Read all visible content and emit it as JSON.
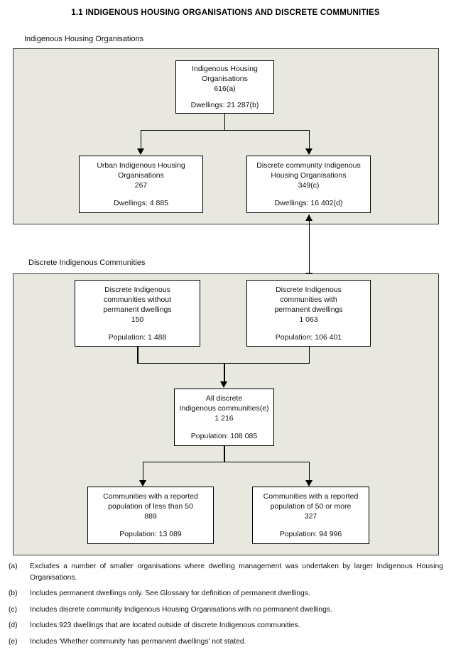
{
  "title": "1.1 INDIGENOUS HOUSING ORGANISATIONS AND DISCRETE COMMUNITIES",
  "panels": [
    {
      "label": "Indigenous Housing Organisations"
    },
    {
      "label": "Discrete Indigenous Communities"
    }
  ],
  "boxes": {
    "iho_total": {
      "l1": "Indigenous Housing",
      "l2": "Organisations",
      "l3": "616(a)",
      "l4": "Dwellings: 21 287(b)"
    },
    "urban_iho": {
      "l1": "Urban Indigenous Housing",
      "l2": "Organisations",
      "l3": "267",
      "l4": "Dwellings: 4 885"
    },
    "discrete_iho": {
      "l1": "Discrete community Indigenous",
      "l2": "Housing Organisations",
      "l3": "349(c)",
      "l4": "Dwellings: 16 402(d)"
    },
    "comm_without": {
      "l1": "Discrete Indigenous",
      "l2": "communities without",
      "l3": "permanent dwellings",
      "l4": "150",
      "l5": "Population: 1 488"
    },
    "comm_with": {
      "l1": "Discrete Indigenous",
      "l2": "communities with",
      "l3": "permanent dwellings",
      "l4": "1 063",
      "l5": "Population: 106 401"
    },
    "all_discrete": {
      "l1": "All discrete",
      "l2": "Indigenous communities(e)",
      "l3": "1 216",
      "l4": "Population: 108 085"
    },
    "pop_less_50": {
      "l1": "Communities with a reported",
      "l2": "population of less than 50",
      "l3": "889",
      "l4": "Population: 13 089"
    },
    "pop_50_more": {
      "l1": "Communities with a reported",
      "l2": "population of 50 or more",
      "l3": "327",
      "l4": "Population: 94 996"
    }
  },
  "notes": [
    {
      "mark": "(a)",
      "text": "Excludes a number of smaller organisations where dwelling management was undertaken by larger Indigenous Housing Organisations."
    },
    {
      "mark": "(b)",
      "text": "Includes permanent dwellings only. See Glossary for definition of permanent dwellings."
    },
    {
      "mark": "(c)",
      "text": "Includes discrete community Indigenous Housing Organisations with no permanent dwellings."
    },
    {
      "mark": "(d)",
      "text": "Includes 923 dwellings that are located outside of discrete Indigenous communities."
    },
    {
      "mark": "(e)",
      "text": "Includes 'Whether community has permanent dwellings' not stated."
    }
  ],
  "chart_data": {
    "type": "diagram",
    "title": "1.1 INDIGENOUS HOUSING ORGANISATIONS AND DISCRETE COMMUNITIES",
    "nodes": [
      {
        "id": "iho_total",
        "label": "Indigenous Housing Organisations",
        "count": 616,
        "count_note": "a",
        "dwellings": 21287,
        "dwellings_note": "b",
        "group": "Indigenous Housing Organisations"
      },
      {
        "id": "urban_iho",
        "label": "Urban Indigenous Housing Organisations",
        "count": 267,
        "dwellings": 4885,
        "group": "Indigenous Housing Organisations"
      },
      {
        "id": "discrete_iho",
        "label": "Discrete community Indigenous Housing Organisations",
        "count": 349,
        "count_note": "c",
        "dwellings": 16402,
        "dwellings_note": "d",
        "group": "Indigenous Housing Organisations"
      },
      {
        "id": "comm_without",
        "label": "Discrete Indigenous communities without permanent dwellings",
        "count": 150,
        "population": 1488,
        "group": "Discrete Indigenous Communities"
      },
      {
        "id": "comm_with",
        "label": "Discrete Indigenous communities with permanent dwellings",
        "count": 1063,
        "population": 106401,
        "group": "Discrete Indigenous Communities"
      },
      {
        "id": "all_discrete",
        "label": "All discrete Indigenous communities(e)",
        "count": 1216,
        "population": 108085,
        "group": "Discrete Indigenous Communities"
      },
      {
        "id": "pop_less_50",
        "label": "Communities with a reported population of less than 50",
        "count": 889,
        "population": 13089,
        "group": "Discrete Indigenous Communities"
      },
      {
        "id": "pop_50_more",
        "label": "Communities with a reported population of 50 or more",
        "count": 327,
        "population": 94996,
        "group": "Discrete Indigenous Communities"
      }
    ],
    "edges": [
      {
        "from": "iho_total",
        "to": "urban_iho",
        "type": "arrow"
      },
      {
        "from": "iho_total",
        "to": "discrete_iho",
        "type": "arrow"
      },
      {
        "from": "discrete_iho",
        "to": "comm_with",
        "type": "double-arrow"
      },
      {
        "from": "comm_without",
        "to": "all_discrete",
        "type": "arrow"
      },
      {
        "from": "comm_with",
        "to": "all_discrete",
        "type": "arrow"
      },
      {
        "from": "all_discrete",
        "to": "pop_less_50",
        "type": "arrow"
      },
      {
        "from": "all_discrete",
        "to": "pop_50_more",
        "type": "arrow"
      }
    ]
  }
}
